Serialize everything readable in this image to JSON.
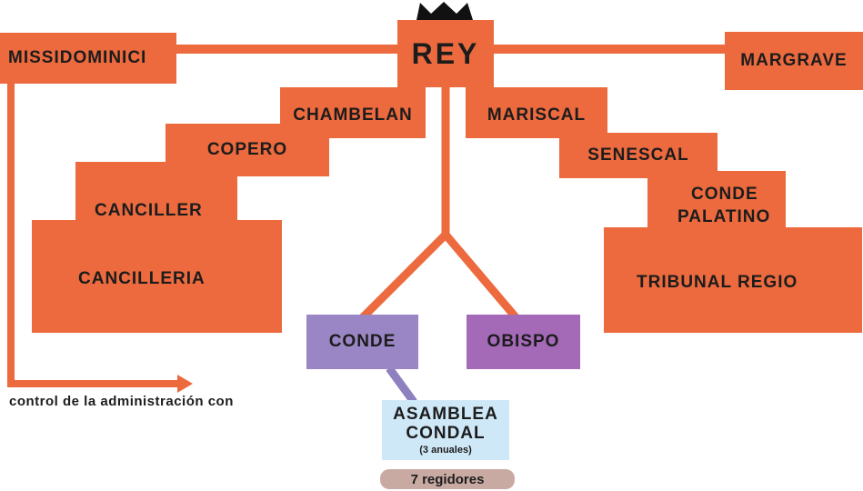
{
  "nodes": {
    "rey": "REY",
    "missidominici": "MISSIDOMINICI",
    "margrave": "MARGRAVE",
    "chambelan": "CHAMBELAN",
    "copero": "COPERO",
    "canciller": "CANCILLER",
    "cancilleria": "CANCILLERIA",
    "mariscal": "MARISCAL",
    "senescal": "SENESCAL",
    "conde_palatino_line1": "CONDE",
    "conde_palatino_line2": "PALATINO",
    "tribunal_regio": "TRIBUNAL REGIO",
    "conde": "CONDE",
    "obispo": "OBISPO",
    "asamblea_line1": "ASAMBLEA",
    "asamblea_line2": "CONDAL",
    "asamblea_note": "(3 anuales)",
    "regidores": "7 regidores"
  },
  "annotations": {
    "control": "control de la administración con"
  },
  "colors": {
    "orange": "#ec6a3e",
    "conde": "#9a86c4",
    "obispo": "#a46ab8",
    "asamblea": "#cfe8f8",
    "regidores": "#c9aaa2",
    "crown": "#111111"
  },
  "icons": [
    "crown-icon",
    "arrow-right-icon"
  ]
}
